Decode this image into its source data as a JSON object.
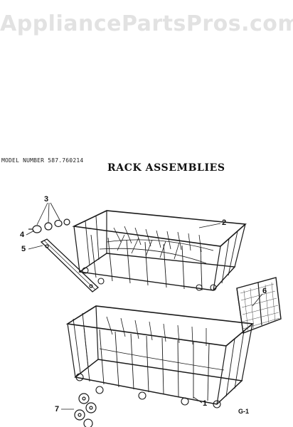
{
  "watermark": "AppliancePartsPros.com",
  "model_number": "MODEL NUMBER 587.760214",
  "title": "RACK ASSEMBLIES",
  "callouts": {
    "c1": "1",
    "c2": "2",
    "c3": "3",
    "c4": "4",
    "c5": "5",
    "c6": "6",
    "c7": "7"
  },
  "page_code": "G-1"
}
